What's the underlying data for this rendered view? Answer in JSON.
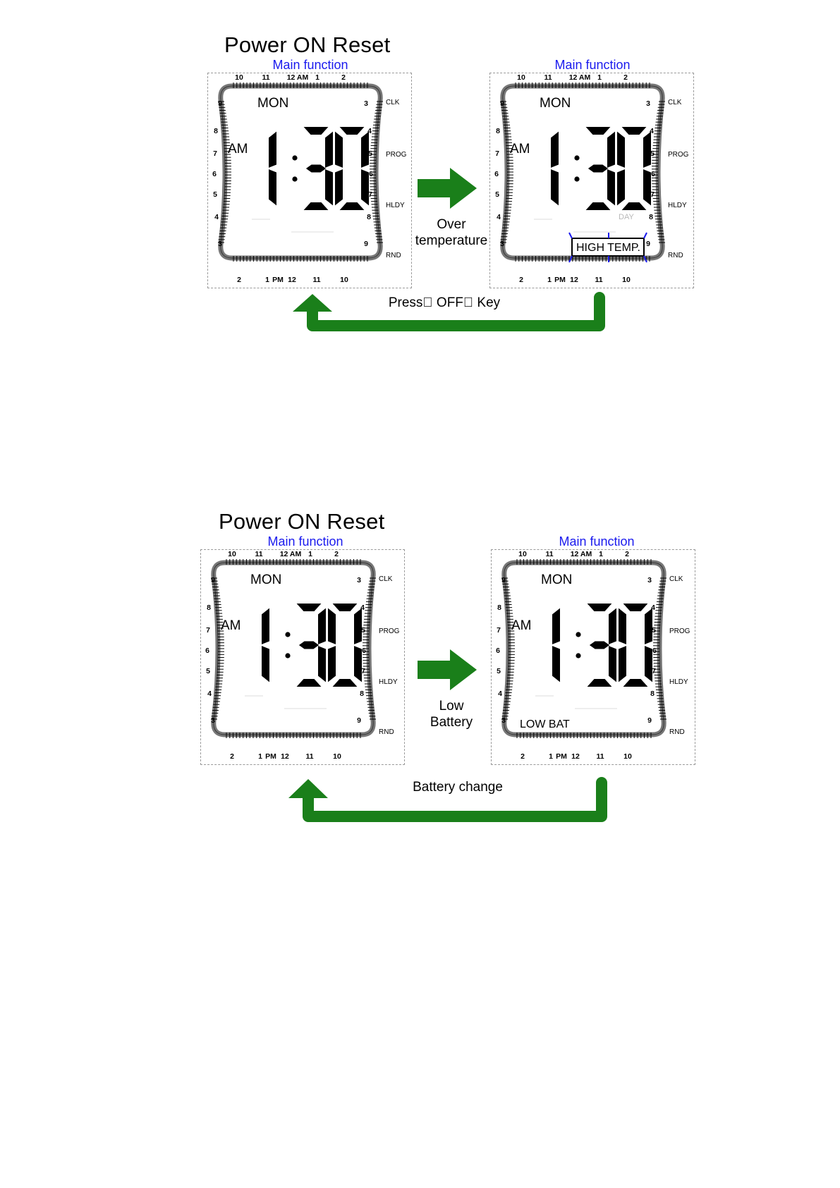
{
  "accent_green": "#1a7f1a",
  "caption_blue": "#1a1aee",
  "dial": {
    "top_numbers": [
      "10",
      "11",
      "12 AM",
      "1",
      "2"
    ],
    "bottom_numbers": [
      "2",
      "1",
      "PM",
      "12",
      "11",
      "10"
    ],
    "left_numbers": [
      "9",
      "8",
      "7",
      "6",
      "5",
      "4",
      "3"
    ],
    "right_numbers": [
      "3",
      "4",
      "5",
      "6",
      "7",
      "8",
      "9"
    ],
    "side_labels": [
      "CLK",
      "PROG",
      "HLDY",
      "RND"
    ]
  },
  "sections": [
    {
      "title": "Power ON Reset",
      "transition_label": [
        "Over",
        "temperature"
      ],
      "return_label": "Press\u0000 OFF\u0000  Key",
      "panels": [
        {
          "caption": "Main function",
          "day": "MON",
          "ampm": "AM",
          "time": "1:30",
          "ghost": "",
          "status": ""
        },
        {
          "caption": "Main function",
          "day": "MON",
          "ampm": "AM",
          "time": "1:30",
          "ghost": "DAY",
          "status": "HIGH TEMP."
        }
      ]
    },
    {
      "title": "Power ON Reset",
      "transition_label": [
        "Low",
        "Battery"
      ],
      "return_label": "Battery change",
      "panels": [
        {
          "caption": "Main function",
          "day": "MON",
          "ampm": "AM",
          "time": "1:30",
          "ghost": "",
          "status": ""
        },
        {
          "caption": "Main function",
          "day": "MON",
          "ampm": "AM",
          "time": "1:30",
          "ghost": "",
          "status": "LOW BAT"
        }
      ]
    }
  ]
}
